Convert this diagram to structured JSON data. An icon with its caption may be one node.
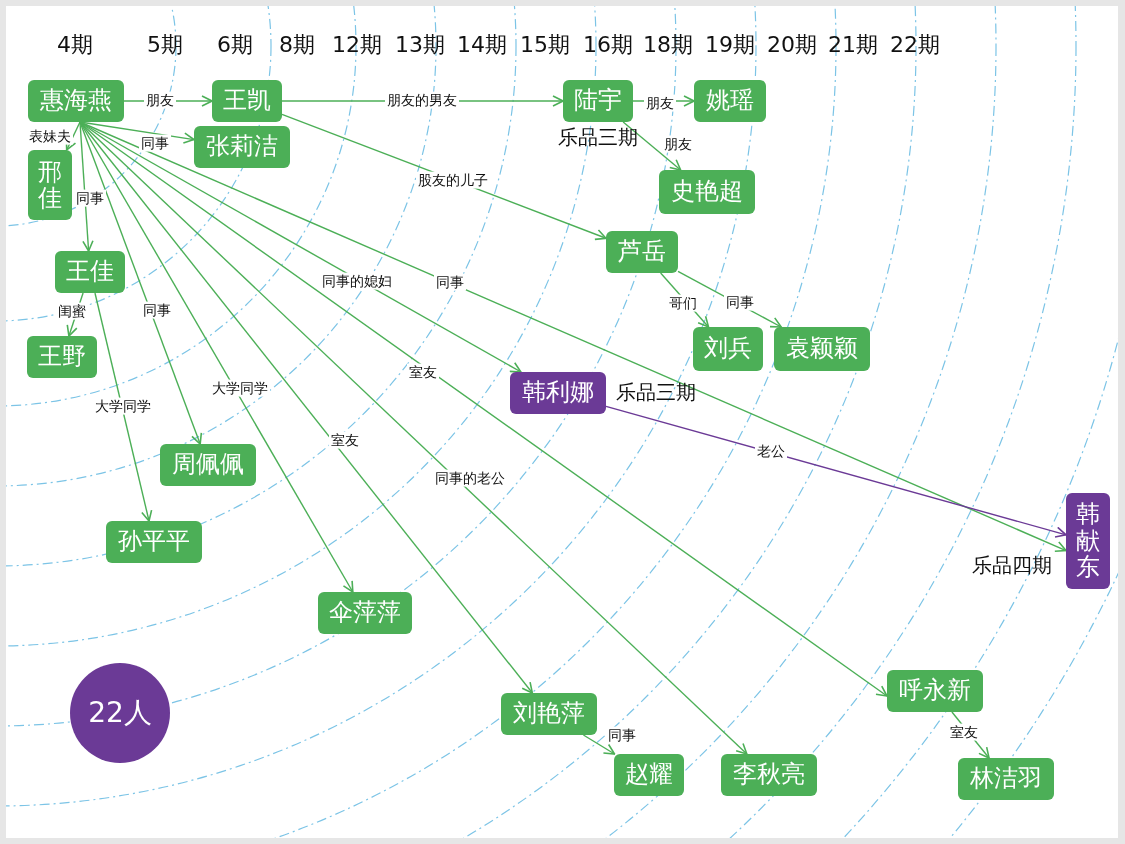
{
  "diagram": {
    "nodes": [
      {
        "text": [
          "惠海燕"
        ]
      },
      {
        "text": [
          "王凯"
        ]
      },
      {
        "text": [
          "陆宇"
        ],
        "beside": [
          "乐品三期"
        ]
      },
      {
        "text": [
          "姚瑶"
        ]
      },
      {
        "text": [
          "邢佳"
        ]
      },
      {
        "text": [
          "张莉洁"
        ]
      },
      {
        "text": [
          "史艳超"
        ]
      },
      {
        "text": [
          "芦岳"
        ]
      },
      {
        "text": [
          "王佳"
        ]
      },
      {
        "text": [
          "王野"
        ]
      },
      {
        "text": [
          "刘兵"
        ]
      },
      {
        "text": [
          "袁颖颖"
        ]
      },
      {
        "text": [
          "韩利娜"
        ],
        "beside": [
          "乐品三期"
        ]
      },
      {
        "text": [
          "周佩佩"
        ]
      },
      {
        "text": [
          "韩献东"
        ],
        "beside": [
          "乐品四期"
        ]
      },
      {
        "text": [
          "孙平平"
        ]
      },
      {
        "text": [
          "伞萍萍"
        ]
      },
      {
        "text": [
          "22人"
        ]
      },
      {
        "text": [
          "刘艳萍"
        ]
      },
      {
        "text": [
          "呼永新"
        ]
      },
      {
        "text": [
          "赵耀"
        ]
      },
      {
        "text": [
          "李秋亮"
        ]
      },
      {
        "text": [
          "林洁羽"
        ]
      }
    ],
    "edges": [
      {
        "from": 0,
        "to": 1,
        "arrow": "to",
        "label": "朋友"
      },
      {
        "from": 0,
        "to": 4,
        "arrow": "to",
        "label": "表妹夫"
      },
      {
        "from": 0,
        "to": 5,
        "arrow": "to",
        "label": "同事"
      },
      {
        "from": 0,
        "to": 8,
        "arrow": "to",
        "label": "同事"
      },
      {
        "from": 0,
        "to": 13,
        "arrow": "to",
        "label": "同事"
      },
      {
        "from": 0,
        "to": 16,
        "arrow": "to",
        "label": "大学同学"
      },
      {
        "from": 0,
        "to": 18,
        "arrow": "to",
        "label": "室友"
      },
      {
        "from": 0,
        "to": 12,
        "arrow": "to",
        "label": "同事的媳妇"
      },
      {
        "from": 0,
        "to": 21,
        "arrow": "to",
        "label": "同事的老公"
      },
      {
        "from": 0,
        "to": 19,
        "arrow": "to",
        "label": "室友"
      },
      {
        "from": 0,
        "to": 14,
        "arrow": "to",
        "label": "同事"
      },
      {
        "from": 1,
        "to": 2,
        "arrow": "to",
        "label": "朋友的男友"
      },
      {
        "from": 1,
        "to": 7,
        "arrow": "to",
        "label": "股友的儿子"
      },
      {
        "from": 2,
        "to": 3,
        "arrow": "to",
        "label": "朋友"
      },
      {
        "from": 2,
        "to": 6,
        "arrow": "to",
        "label": "朋友"
      },
      {
        "from": 7,
        "to": 10,
        "arrow": "to",
        "label": "哥们"
      },
      {
        "from": 7,
        "to": 11,
        "arrow": "to",
        "label": "同事"
      },
      {
        "from": 8,
        "to": 9,
        "arrow": "to",
        "label": "闺蜜"
      },
      {
        "from": 8,
        "to": 15,
        "arrow": "to",
        "label": "大学同学"
      },
      {
        "from": 12,
        "to": 14,
        "arrow": "to",
        "label": "老公",
        "color": "#6b3a96"
      },
      {
        "from": 18,
        "to": 20,
        "arrow": "to",
        "label": "同事"
      },
      {
        "from": 19,
        "to": 22,
        "arrow": "to",
        "label": "室友"
      }
    ],
    "labels": [
      "4期",
      "5期",
      "6期",
      "8期",
      "12期",
      "13期",
      "14期",
      "15期",
      "16期",
      "18期",
      "19期",
      "20期",
      "21期",
      "22期"
    ]
  }
}
